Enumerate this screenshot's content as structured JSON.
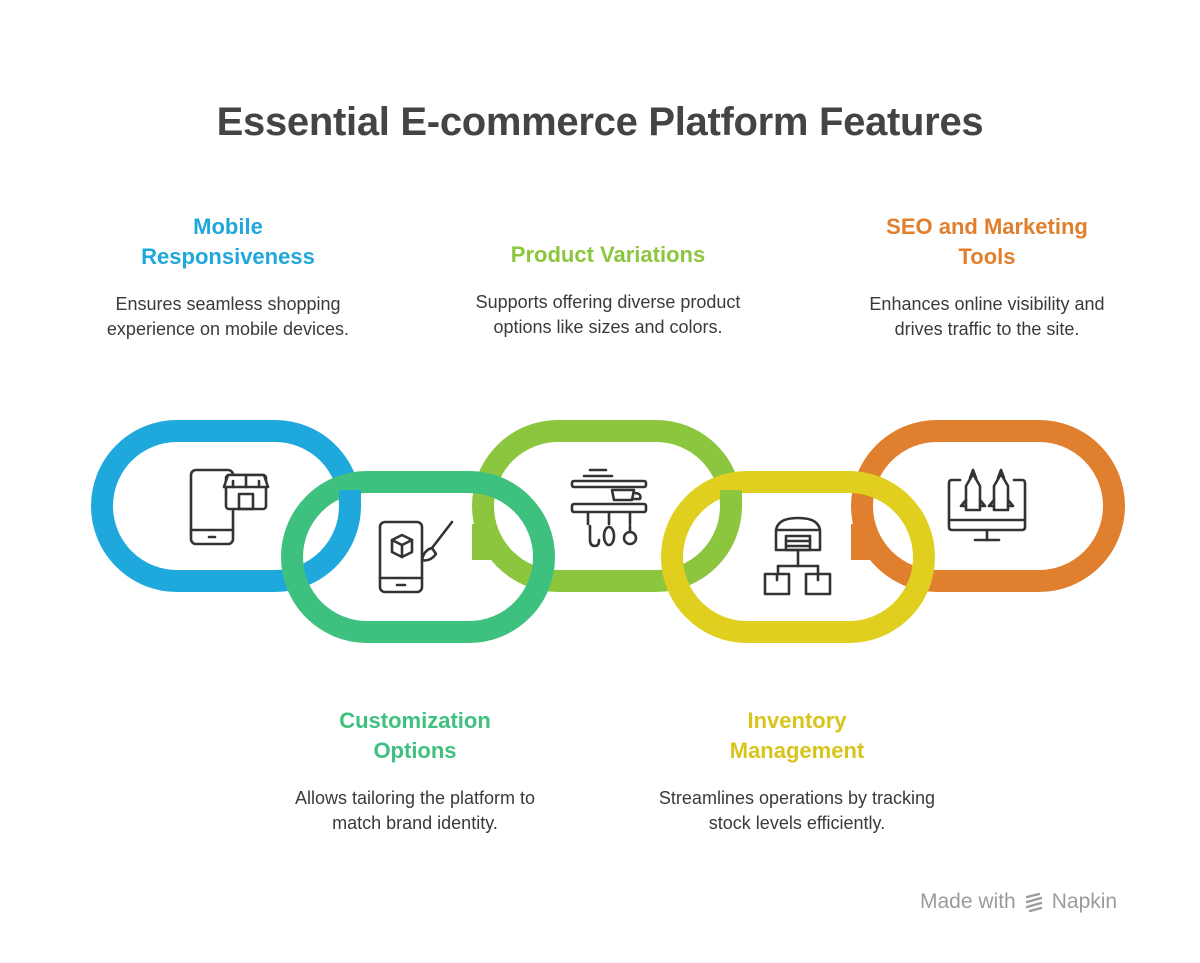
{
  "title": "Essential E-commerce Platform Features",
  "features": [
    {
      "title_line1": "Mobile",
      "title_line2": "Responsiveness",
      "description": "Ensures seamless shopping experience on mobile devices.",
      "color": "#1ea8dc",
      "icon": "smartphone-store-icon"
    },
    {
      "title_line1": "Customization",
      "title_line2": "Options",
      "description": "Allows tailoring the platform to match brand identity.",
      "color": "#3ec07f",
      "icon": "phone-cube-brush-icon"
    },
    {
      "title_line1": "Product Variations",
      "title_line2": "",
      "description": "Supports offering diverse product options like sizes and colors.",
      "color": "#8cc63f",
      "icon": "shelf-utensils-icon"
    },
    {
      "title_line1": "Inventory",
      "title_line2": "Management",
      "description": "Streamlines operations by tracking stock levels efficiently.",
      "color": "#e0cf1e",
      "icon": "warehouse-boxes-icon"
    },
    {
      "title_line1": "SEO and Marketing",
      "title_line2": "Tools",
      "description": "Enhances online visibility and drives traffic to the site.",
      "color": "#e07f2e",
      "icon": "monitor-rockets-icon"
    }
  ],
  "credit": {
    "prefix": "Made with",
    "brand": "Napkin",
    "icon": "napkin-logo-icon"
  }
}
